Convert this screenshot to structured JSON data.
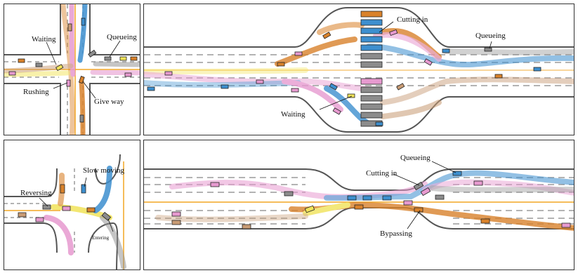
{
  "panels": {
    "intersection": {
      "labels": {
        "waiting": "Waiting",
        "queueing": "Queueing",
        "rushing": "Rushing",
        "give_way": "Give way"
      }
    },
    "bottleneck": {
      "labels": {
        "cutting_in": "Cutting in",
        "queueing": "Queueing",
        "waiting": "Waiting"
      }
    },
    "roundabout_merge": {
      "labels": {
        "slow_moving": "Slow moving",
        "reversing": "Reversing",
        "entering": "Entering"
      }
    },
    "lane_narrowing": {
      "labels": {
        "queueing": "Queueing",
        "cutting_in": "Cutting in",
        "bypassing": "Bypassing"
      }
    }
  },
  "colors": {
    "road_edge": "#555555",
    "center_line": "#f2a623",
    "lane_dash": "#9a9a9a",
    "traj_orange": "#d9822b",
    "traj_blue": "#3d8fcf",
    "traj_pink": "#e79ad0",
    "traj_yellow": "#f1e35a",
    "traj_gray": "#8c8c8c",
    "traj_tan": "#c89b74"
  }
}
